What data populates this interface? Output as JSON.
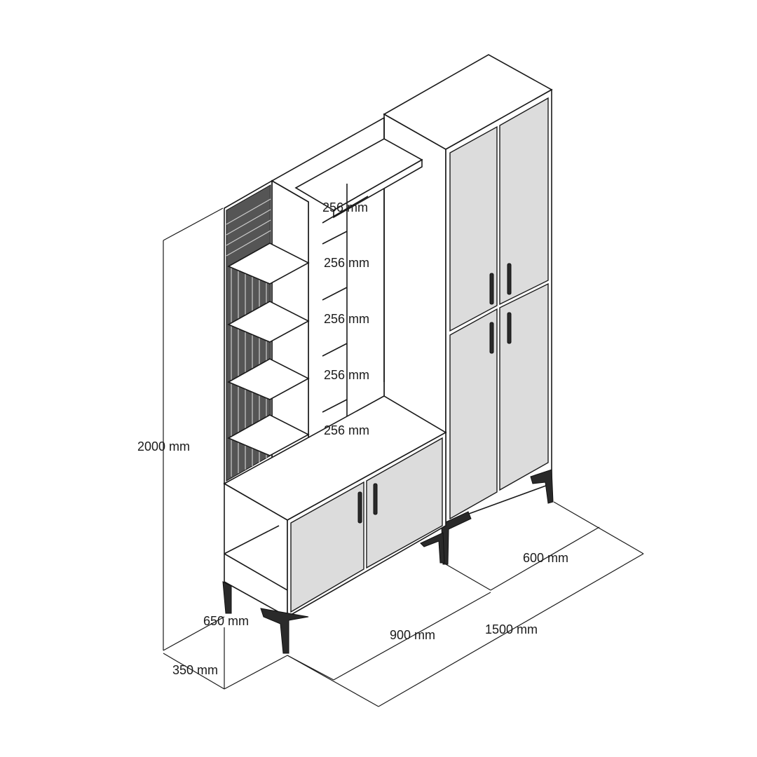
{
  "dimensions": {
    "shelf_gaps": [
      "256 mm",
      "256 mm",
      "256 mm",
      "256 mm",
      "256 mm"
    ],
    "height": "2000 mm",
    "lower_height": "650 mm",
    "depth": "350 mm",
    "middle_width": "900 mm",
    "total_width": "1500 mm",
    "right_width": "600 mm"
  },
  "colors": {
    "line": "#1a1a1a",
    "door": "#dcdcdc",
    "legs": "#2a2a2a"
  }
}
